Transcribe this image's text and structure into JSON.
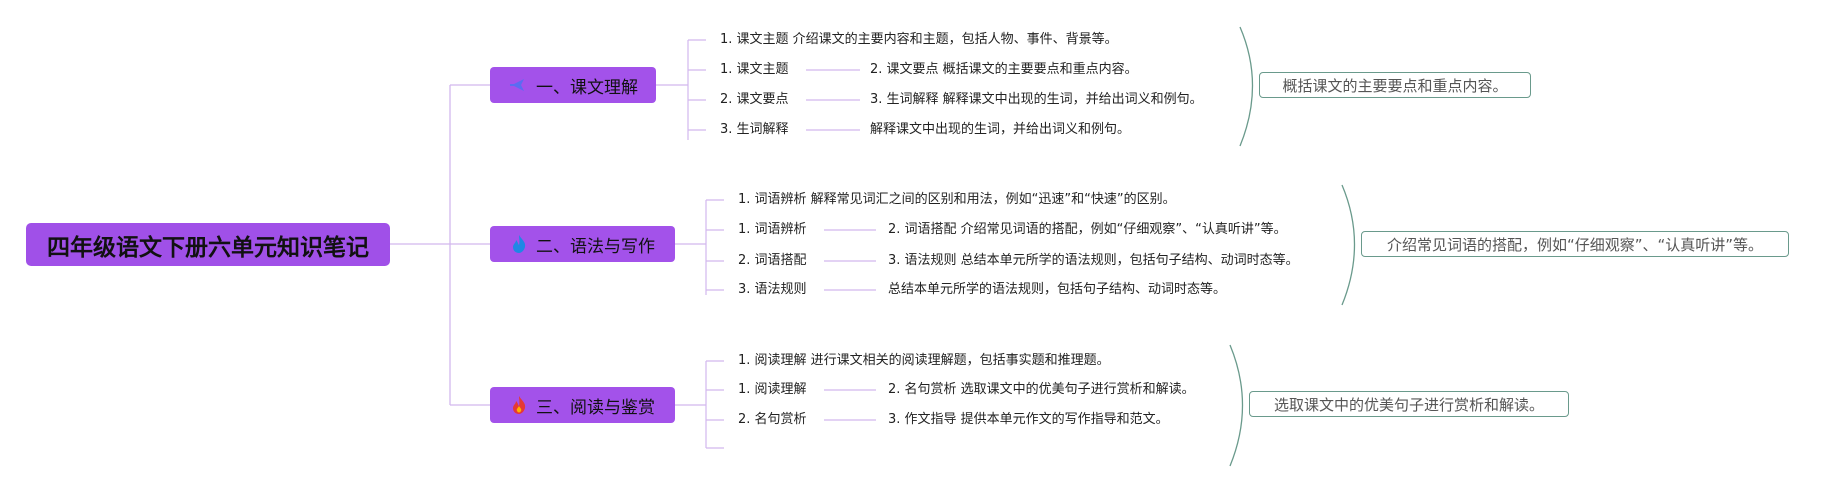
{
  "root": {
    "title": "四年级语文下册六单元知识笔记"
  },
  "branches": [
    {
      "title": "一、课文理解",
      "icon": "arrow-icon",
      "icon_color": "#5b6cf2",
      "first": "1. 课文主题 介绍课文的主要内容和主题，包括人物、事件、背景等。",
      "left": [
        "1. 课文主题",
        "2. 课文要点",
        "3. 生词解释"
      ],
      "right": [
        "2. 课文要点 概括课文的主要要点和重点内容。",
        "3. 生词解释 解释课文中出现的生词，并给出词义和例句。",
        "解释课文中出现的生词，并给出词义和例句。"
      ],
      "summary": "概括课文的主要要点和重点内容。"
    },
    {
      "title": "二、语法与写作",
      "icon": "flame-icon",
      "icon_color": "#1e88e5",
      "first": "1. 词语辨析 解释常见词汇之间的区别和用法，例如“迅速”和“快速”的区别。",
      "left": [
        "1. 词语辨析",
        "2. 词语搭配",
        "3. 语法规则"
      ],
      "right": [
        "2. 词语搭配 介绍常见词语的搭配，例如“仔细观察”、“认真听讲”等。",
        "3. 语法规则 总结本单元所学的语法规则，包括句子结构、动词时态等。",
        "总结本单元所学的语法规则，包括句子结构、动词时态等。"
      ],
      "summary": "介绍常见词语的搭配，例如“仔细观察”、“认真听讲”等。"
    },
    {
      "title": "三、阅读与鉴赏",
      "icon": "fire-icon",
      "icon_color": "#e53935",
      "first": "1. 阅读理解 进行课文相关的阅读理解题，包括事实题和推理题。",
      "left": [
        "1. 阅读理解",
        "2. 名句赏析"
      ],
      "right": [
        "2. 名句赏析 选取课文中的优美句子进行赏析和解读。",
        "3. 作文指导 提供本单元作文的写作指导和范文。"
      ],
      "summary": "选取课文中的优美句子进行赏析和解读。"
    }
  ],
  "colors": {
    "root": "#a050e8",
    "branch": "#a352ea",
    "connector": "#d2b8ee",
    "bracket": "#6a9a8c"
  }
}
